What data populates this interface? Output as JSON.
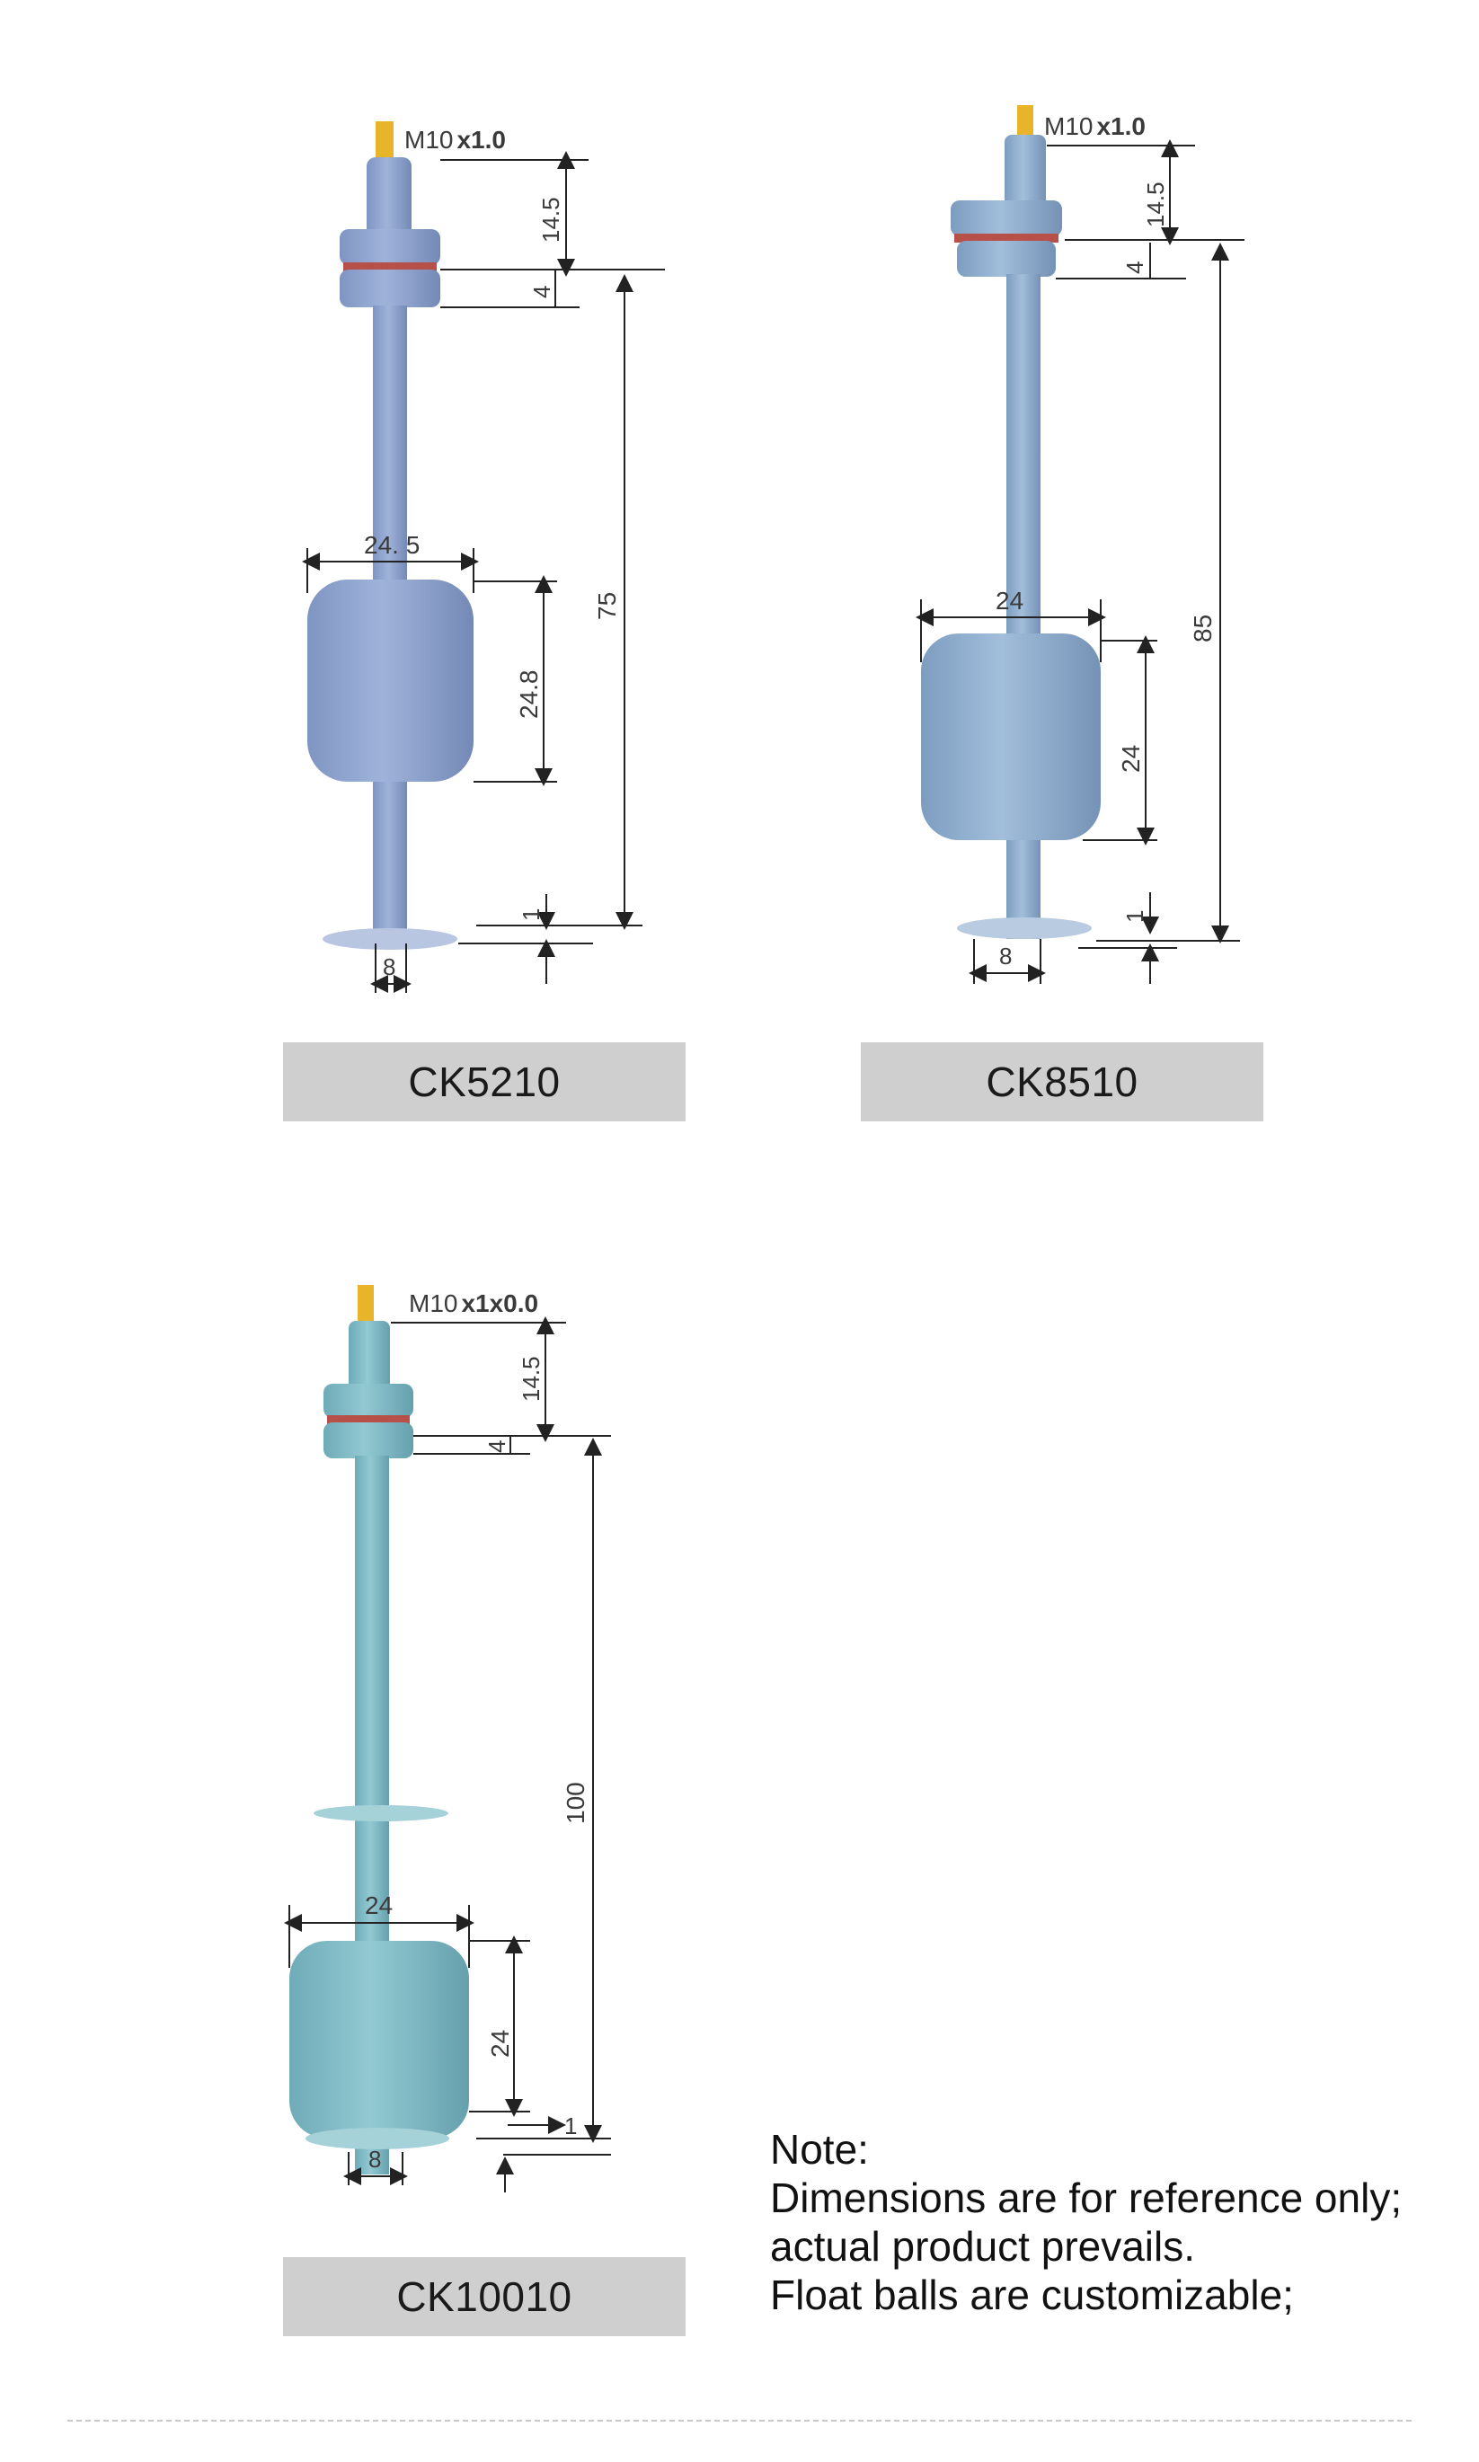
{
  "products": [
    {
      "model": "CK5210",
      "thread": "M10",
      "thread_pitch": "x1.0",
      "dims": {
        "thread_len": "14.5",
        "nut_h": "4",
        "float_width": "24. 5",
        "float_height": "24.8",
        "total_len": "75",
        "bottom_gap": "1",
        "base_width": "8"
      }
    },
    {
      "model": "CK8510",
      "thread": "M10",
      "thread_pitch": "x1.0",
      "dims": {
        "thread_len": "14.5",
        "nut_h": "4",
        "float_width": "24",
        "float_height": "24",
        "total_len": "85",
        "bottom_gap": "1",
        "base_width": "8"
      }
    },
    {
      "model": "CK10010",
      "thread": "M10",
      "thread_pitch": "x1x0.0",
      "dims": {
        "thread_len": "14.5",
        "nut_h": "4",
        "float_width": "24",
        "float_height": "24",
        "total_len": "100",
        "bottom_gap": "1",
        "base_width": "8"
      }
    }
  ],
  "note": {
    "heading": "Note:",
    "lines": [
      "Dimensions are for reference only;",
      "actual product prevails.",
      "Float balls are customizable;"
    ]
  },
  "colors": {
    "body_blue": "#8ea4cf",
    "body_teal": "#7fb8c4",
    "seal_red": "#b8504a",
    "wire_yellow": "#e8b42a",
    "label_bg": "#cfcfcf"
  }
}
